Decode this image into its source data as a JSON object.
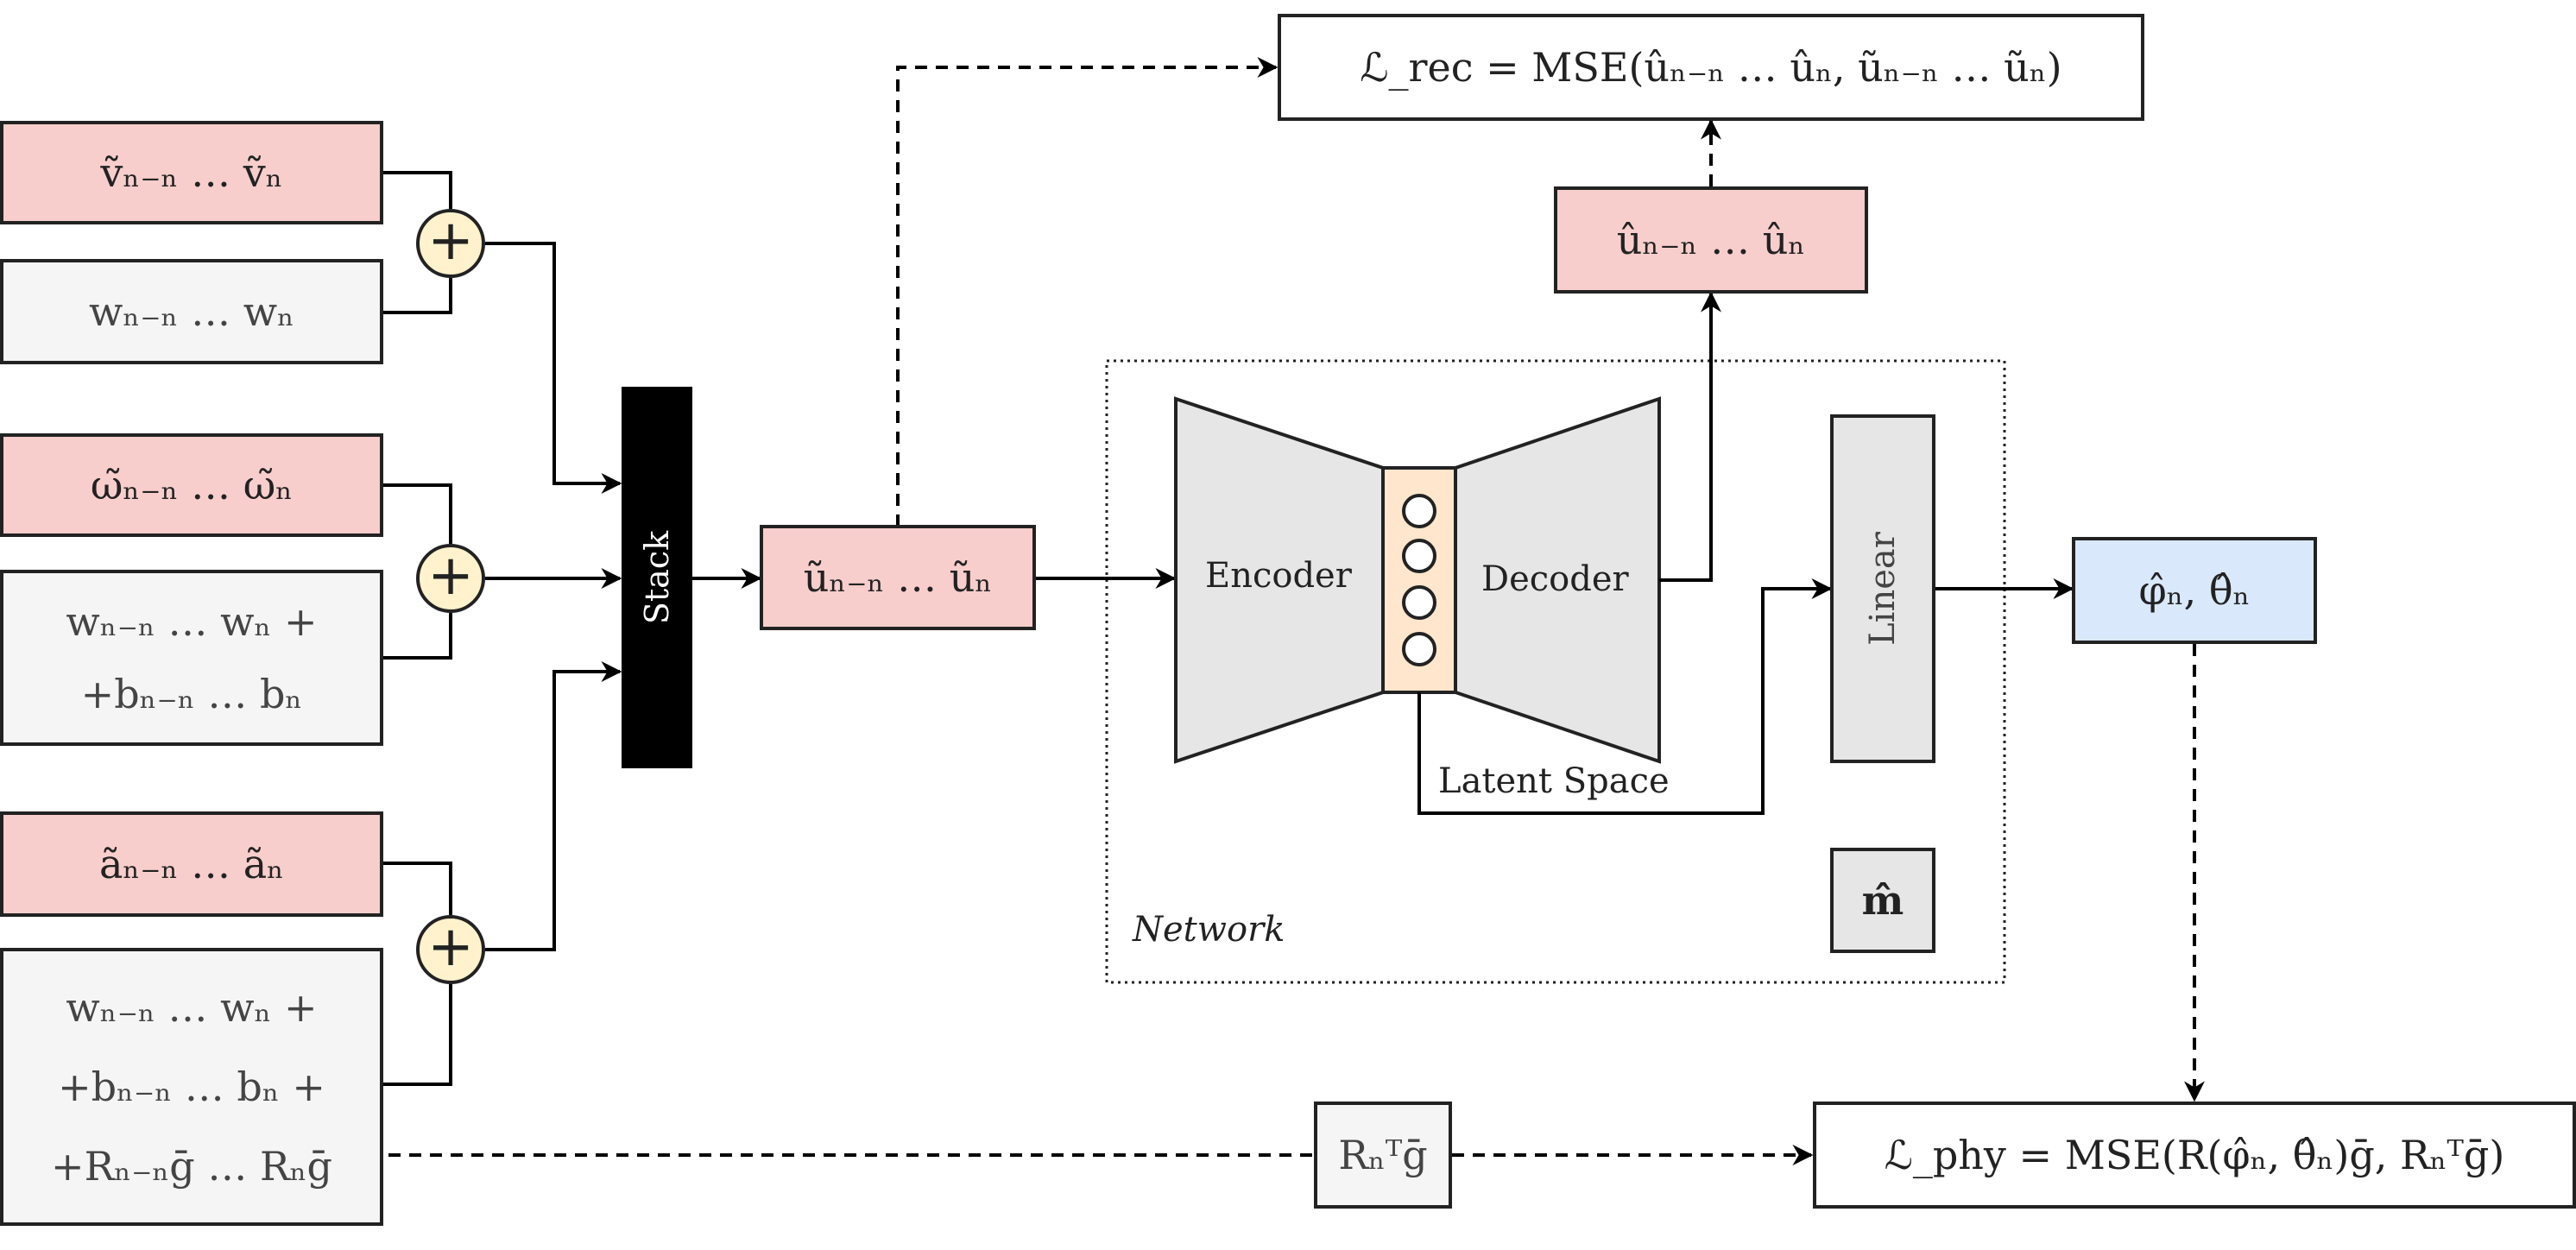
{
  "inputs": {
    "v_meas": "ṽₙ₋ₙ … ṽₙ",
    "v_noise": "wₙ₋ₙ … wₙ",
    "omega_meas": "ω̃ₙ₋ₙ … ω̃ₙ",
    "omega_noise_1": "wₙ₋ₙ … wₙ +",
    "omega_noise_2": "+bₙ₋ₙ … bₙ",
    "a_meas": "ãₙ₋ₙ … ãₙ",
    "a_noise_1": "wₙ₋ₙ … wₙ +",
    "a_noise_2": "+bₙ₋ₙ … bₙ +",
    "a_noise_3": "+Rₙ₋ₙḡ … Rₙḡ"
  },
  "sum_symbol": "+",
  "stack_label": "Stack",
  "stacked_input": "ũₙ₋ₙ … ũₙ",
  "network": {
    "label": "Network",
    "encoder": "Encoder",
    "decoder": "Decoder",
    "latent_label": "Latent Space",
    "linear_label": "Linear",
    "m_hat": "m̂"
  },
  "reconstruction": "ûₙ₋ₙ … ûₙ",
  "attitude_output": "φ̂ₙ, θ̂ₙ",
  "loss_rec": "ℒ_rec = MSE(ûₙ₋ₙ … ûₙ, ũₙ₋ₙ … ũₙ)",
  "loss_phy": "ℒ_phy = MSE(R(φ̂ₙ, θ̂ₙ)ḡ, Rₙᵀḡ)",
  "gravity_term": "Rₙᵀḡ",
  "colors": {
    "measurement": "#f8cecc",
    "noise": "#f5f5f5",
    "sum": "#fff2cc",
    "latent": "#ffe6cc",
    "output": "#dae8fc",
    "block": "#e6e6e6",
    "stack": "#000000"
  }
}
